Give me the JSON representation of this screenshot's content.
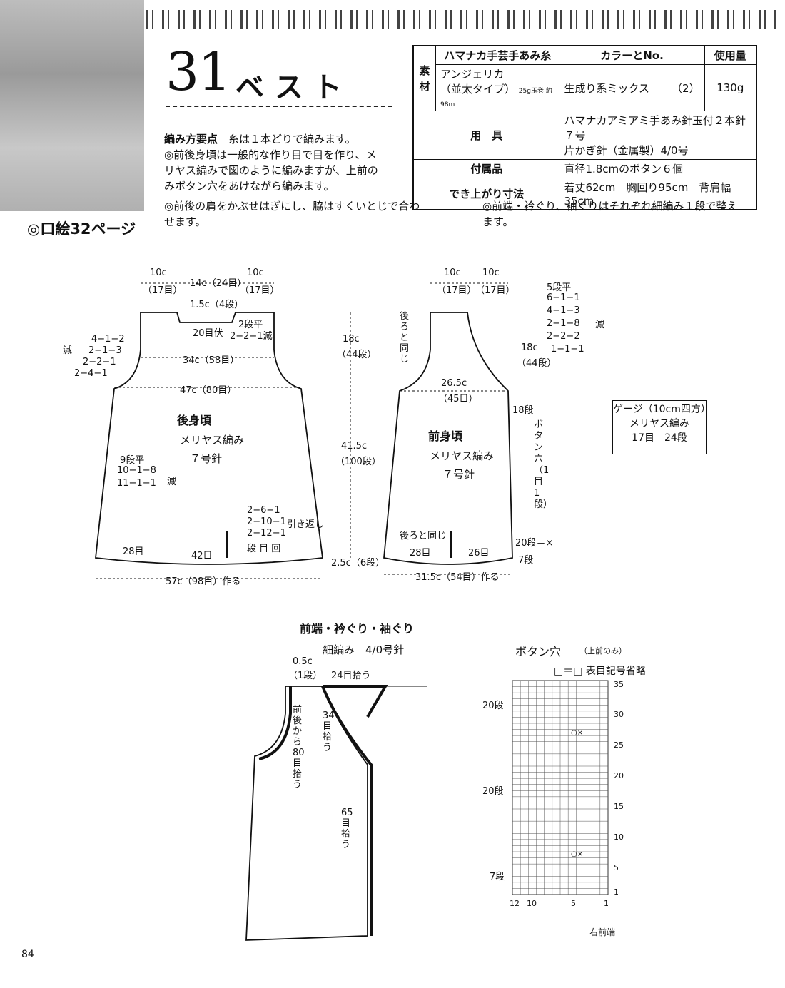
{
  "header": {
    "pattern_number": "31",
    "title": "ベスト",
    "photo_ref": "◎口絵32ページ"
  },
  "materials": {
    "row_label": "素材",
    "col_yarn": "ハマナカ手芸手あみ糸",
    "col_color": "カラーとNo.",
    "col_amount": "使用量",
    "yarn_name": "アンジェリカ",
    "yarn_type": "（並太タイプ）",
    "yarn_spec": "25g玉巻 約98m",
    "color": "生成り系ミックス",
    "color_no": "（2）",
    "amount": "130g",
    "tools_label": "用　具",
    "tools_line1": "ハマナカアミアミ手あみ針玉付２本針７号",
    "tools_line2": "片かぎ針（金属製）4/0号",
    "accessories_label": "付属品",
    "accessories": "直径1.8cmのボタン６個",
    "size_label": "でき上がり寸法",
    "size": "着丈62cm　胸回り95cm　背肩幅35cm"
  },
  "instructions": {
    "heading": "編み方要点",
    "line0": "糸は１本どりで編みます。",
    "line1": "◎前後身頃は一般的な作り目で目を作り、メ",
    "line2": "リヤス編みで図のように編みますが、上前の",
    "line3": "みボタン穴をあけながら編みます。",
    "line4": "◎前後の肩をかぶせはぎにし、脇はすくいとじで合わ",
    "line5": "せます。",
    "line6": "◎前端・衿ぐり、袖ぐりはそれぞれ細編み１段で整え",
    "line7": "ます。"
  },
  "gauge": {
    "title": "ゲージ（10cm四方）",
    "stitch": "メリヤス編み",
    "values": "17目　24段"
  },
  "back": {
    "name": "後身頃",
    "stitch": "メリヤス編み",
    "needle": "７号針",
    "top_left": "10c",
    "top_left_sts": "（17目）",
    "top_mid": "14c（24目）",
    "top_right": "10c",
    "top_right_sts": "（17目）",
    "neck_depth": "1.5c（4段）",
    "neck_bind": "20目伏",
    "neck_dec1": "2段平",
    "neck_dec2": "2−2−1減",
    "arm_dec": [
      "4−1−2",
      "2−1−3",
      "2−2−1",
      "2−4−1"
    ],
    "arm_dec_label": "減",
    "width_34": "34c（58目）",
    "width_47": "47c（80目）",
    "side_dec": [
      "9段平",
      "10−1−8",
      "11−1−1"
    ],
    "side_dec_label": "減",
    "short_rows": [
      "2−6−1",
      "2−10−1",
      "2−12−1",
      "段 目 回"
    ],
    "short_rows_label": "引き返し",
    "bottom_28": "28目",
    "bottom_42": "42目",
    "cast_on": "57c（98目）作る",
    "height_armhole": "18c",
    "height_armhole_rows": "（44段）",
    "height_body": "41.5c",
    "height_body_rows": "（100段）",
    "height_hem": "2.5c（6段）"
  },
  "front": {
    "name": "前身頃",
    "stitch": "メリヤス編み",
    "needle": "７号針",
    "top_left": "10c",
    "top_left_sts": "（17目）",
    "top_right": "10c",
    "top_right_sts": "（17目）",
    "same_as_back": "後ろと同じ",
    "neck_dec": [
      "5段平",
      "6−1−1",
      "4−1−3",
      "2−1−8",
      "2−2−2",
      "1−1−1"
    ],
    "neck_dec_label": "減",
    "height_neck": "18c",
    "height_neck_rows": "（44段）",
    "width": "26.5c",
    "width_sts": "（45目）",
    "rows_18": "18段",
    "buttonhole": "ボタン穴（1目1段）",
    "rows_20": "20段＝×",
    "rows_7": "7段",
    "same_as_back_bottom": "後ろと同じ",
    "bottom_28": "28目",
    "bottom_26": "26目",
    "cast_on": "31.5c（54目）作る"
  },
  "edging": {
    "title": "前端・衿ぐり・袖ぐり",
    "stitch": "細編み　4/0号針",
    "depth": "0.5c",
    "depth_rows": "（1段）",
    "pick_24": "24目拾う",
    "pick_80": "前後から80目拾う",
    "pick_34": "34目拾う",
    "pick_65": "65目拾う"
  },
  "buttonhole_chart": {
    "title": "ボタン穴",
    "subtitle": "（上前のみ）",
    "legend": "□＝□ 表目記号省略",
    "row_labels": [
      "20段",
      "20段",
      "7段"
    ],
    "y_ticks": [
      "35",
      "30",
      "25",
      "20",
      "15",
      "10",
      "5",
      "1"
    ],
    "x_ticks": [
      "12",
      "10",
      "5",
      "1"
    ],
    "edge_label": "右前端",
    "mark": "○×"
  },
  "page_number": "84"
}
